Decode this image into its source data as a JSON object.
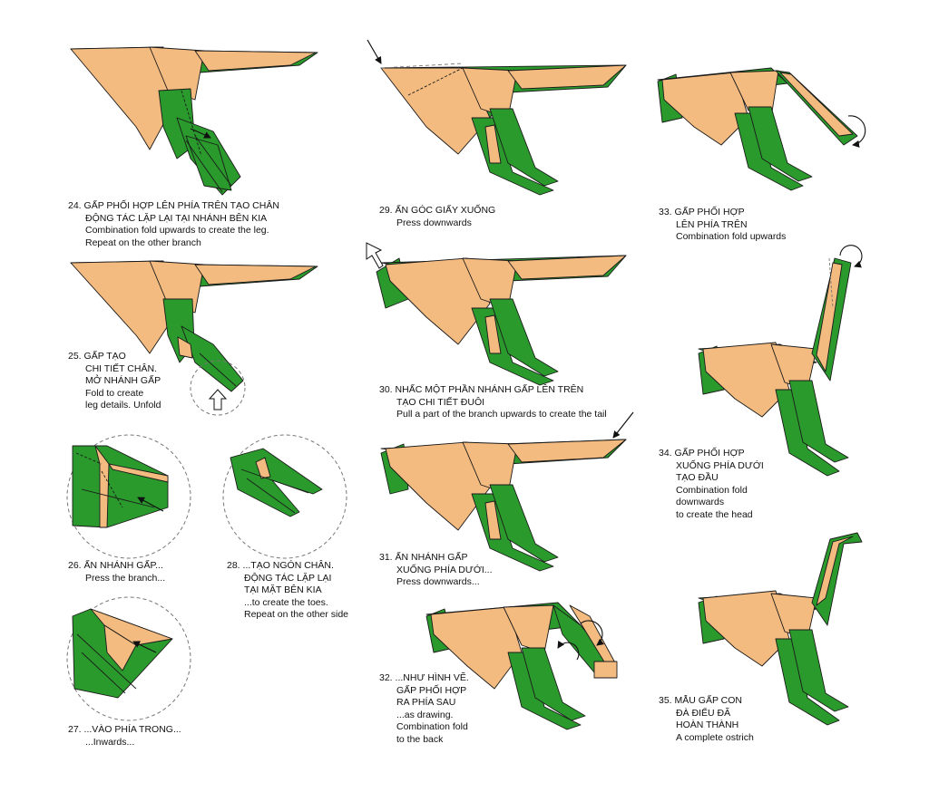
{
  "colors": {
    "green": "#2a9a2c",
    "tan": "#f4bb80",
    "outline": "#1a1a1a",
    "dash": "#777777"
  },
  "steps": [
    {
      "num": "24.",
      "vi": [
        "GẤP PHỐI HỢP LÊN PHÍA TRÊN TẠO CHÂN",
        "ĐỘNG TÁC LẶP LẠI TẠI NHÁNH BÊN KIA"
      ],
      "en": [
        "Combination fold upwards to create the leg.",
        "Repeat on the other branch"
      ]
    },
    {
      "num": "25.",
      "vi": [
        "GẤP TẠO",
        "CHI TIẾT CHÂN.",
        "MỞ NHÁNH GẤP"
      ],
      "en": [
        "Fold to create",
        "leg details. Unfold"
      ]
    },
    {
      "num": "26.",
      "vi": [
        "ẤN NHÁNH GẤP..."
      ],
      "en": [
        "Press the branch..."
      ]
    },
    {
      "num": "27.",
      "vi": [
        "...VÀO PHÍA TRONG..."
      ],
      "en": [
        "...Inwards..."
      ]
    },
    {
      "num": "28.",
      "vi": [
        "...TẠO NGÓN CHÂN.",
        "ĐỘNG TÁC LẶP LẠI",
        "TẠI MẶT BÊN KIA"
      ],
      "en": [
        "...to create the toes.",
        "Repeat on the other side"
      ]
    },
    {
      "num": "29.",
      "vi": [
        "ẤN GÓC GIẤY XUỐNG"
      ],
      "en": [
        "Press downwards"
      ]
    },
    {
      "num": "30.",
      "vi": [
        "NHẤC MỘT PHẦN NHÁNH GẤP LÊN TRÊN",
        "TẠO CHI TIẾT ĐUÔI"
      ],
      "en": [
        "Pull a part of the branch upwards to create the tail"
      ]
    },
    {
      "num": "31.",
      "vi": [
        "ẤN NHÁNH GẤP",
        "XUỐNG PHÍA DƯỚI..."
      ],
      "en": [
        "Press downwards..."
      ]
    },
    {
      "num": "32.",
      "vi": [
        "...NHƯ HÌNH VẼ.",
        "GẤP PHỐI HỢP",
        "RA PHÍA SAU"
      ],
      "en": [
        "...as drawing.",
        "Combination fold",
        "to the back"
      ]
    },
    {
      "num": "33.",
      "vi": [
        "GẤP PHỐI HỢP",
        "LÊN PHÍA TRÊN"
      ],
      "en": [
        "Combination fold upwards"
      ]
    },
    {
      "num": "34.",
      "vi": [
        "GẤP PHỐI HỢP",
        "XUỐNG PHÍA DƯỚI",
        "TẠO ĐẦU"
      ],
      "en": [
        "Combination fold",
        "downwards",
        "to create the head"
      ]
    },
    {
      "num": "35.",
      "vi": [
        "MẪU GẤP CON",
        "ĐÀ ĐIỂU ĐÃ",
        "HOÀN THÀNH"
      ],
      "en": [
        "A complete ostrich"
      ]
    }
  ]
}
